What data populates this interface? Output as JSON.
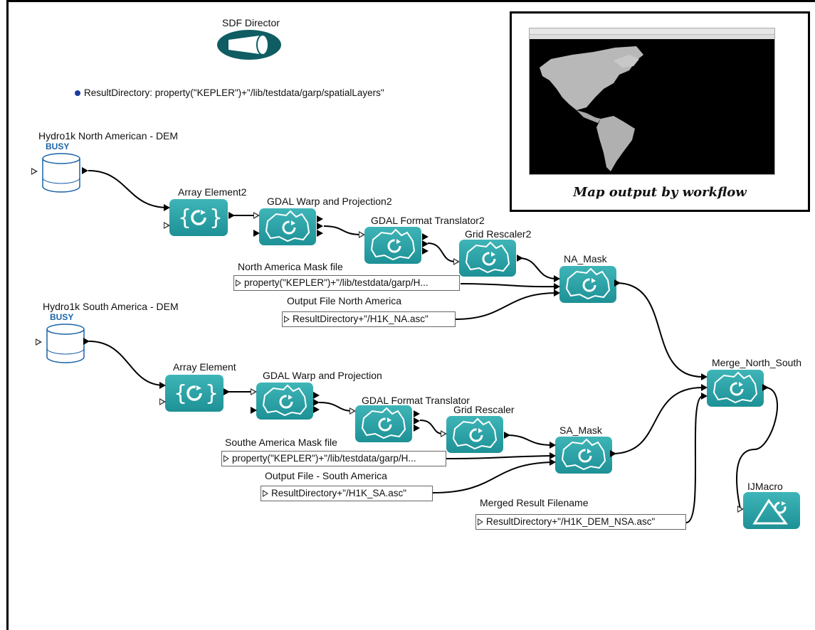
{
  "director": {
    "label": "SDF Director"
  },
  "parameter": {
    "text": "ResultDirectory: property(\"KEPLER\")+\"/lib/testdata/garp/spatialLayers\""
  },
  "sources": {
    "north": {
      "label": "Hydro1k North American - DEM",
      "status": "BUSY"
    },
    "south": {
      "label": "Hydro1k South America - DEM",
      "status": "BUSY"
    }
  },
  "actors": {
    "array_element2": "Array Element2",
    "gdal_warp2": "GDAL Warp and Projection2",
    "gdal_format2": "GDAL Format Translator2",
    "grid_rescaler2": "Grid Rescaler2",
    "na_mask": "NA_Mask",
    "array_element": "Array Element",
    "gdal_warp": "GDAL Warp and Projection",
    "gdal_format": "GDAL Format Translator",
    "grid_rescaler": "Grid Rescaler",
    "sa_mask": "SA_Mask",
    "merge": "Merge_North_South",
    "ijmacro": "IJMacro"
  },
  "params": {
    "na_mask_file": {
      "label": "North America Mask file",
      "value": "property(\"KEPLER\")+\"/lib/testdata/garp/H..."
    },
    "na_output": {
      "label": "Output File North America",
      "value": "ResultDirectory+\"/H1K_NA.asc\""
    },
    "sa_mask_file": {
      "label": "Southe America Mask file",
      "value": "property(\"KEPLER\")+\"/lib/testdata/garp/H..."
    },
    "sa_output": {
      "label": "Output File - South America",
      "value": "ResultDirectory+\"/H1K_SA.asc\""
    },
    "merged": {
      "label": "Merged Result Filename",
      "value": "ResultDirectory+\"/H1K_DEM_NSA.asc\""
    }
  },
  "map": {
    "caption": "Map output by workflow"
  },
  "colors": {
    "actor": "#1d9196",
    "map_background": "#000000",
    "busy": "#1a63a8"
  }
}
